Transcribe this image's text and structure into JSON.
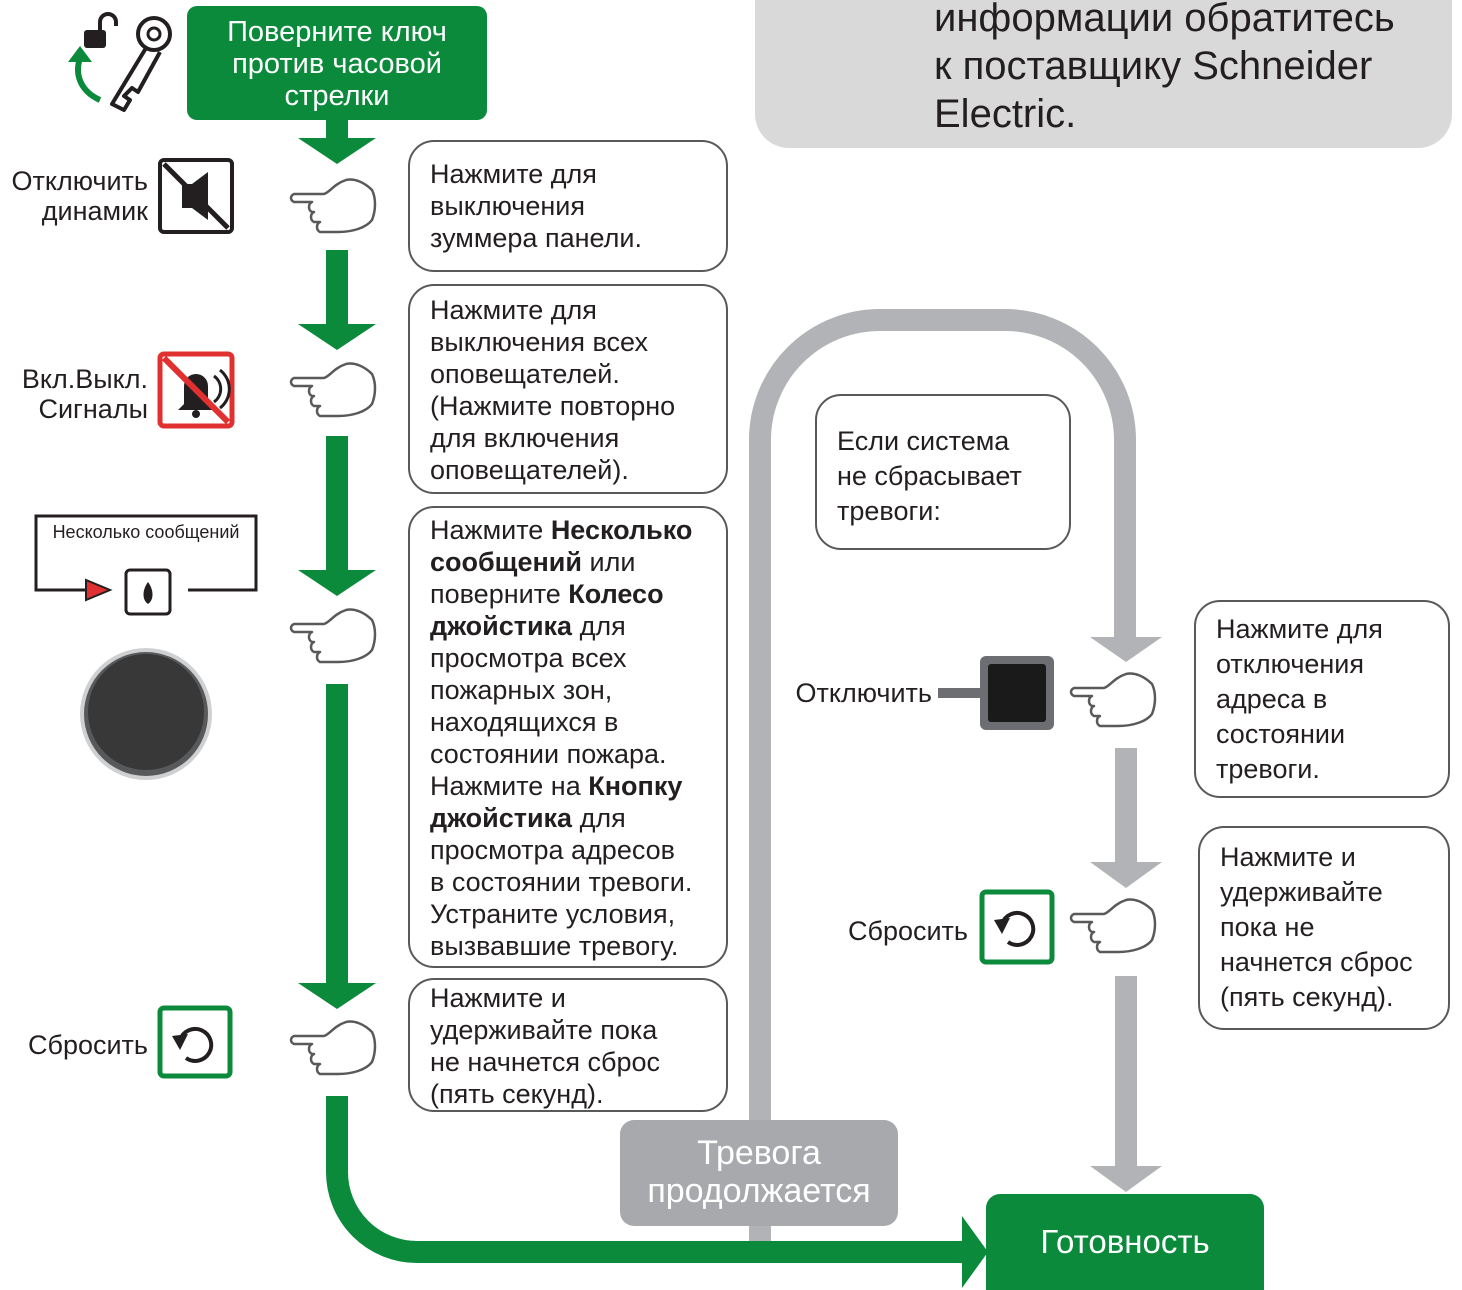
{
  "start": {
    "text_lines": [
      "Поверните ключ",
      "против часовой",
      "стрелки"
    ],
    "color": "#0b8a3b"
  },
  "info": {
    "text_lines": [
      "информации обратитесь",
      "к поставщику Schneider",
      "Electric."
    ],
    "icon_color": "#4a86c5",
    "panel_color": "#d9d9d9"
  },
  "steps": {
    "mute": {
      "label_lines": [
        "Отключить",
        "динамик"
      ],
      "bubble_lines": [
        "Нажмите для",
        "выключения",
        "зуммера панели."
      ]
    },
    "sounders": {
      "label_lines": [
        "Вкл.Выкл.",
        "Сигналы"
      ],
      "bubble_lines": [
        "Нажмите для",
        "выключения всех",
        "оповещателей.",
        "(Нажмите повторно",
        "для включения",
        "оповещателей)."
      ]
    },
    "messages": {
      "panel_label": "Несколько сообщений",
      "bubble_lines": [
        [
          {
            "t": "Нажмите ",
            "b": false
          },
          {
            "t": "Несколько",
            "b": true
          }
        ],
        [
          {
            "t": "сообщений",
            "b": true
          },
          {
            "t": " или",
            "b": false
          }
        ],
        [
          {
            "t": "поверните ",
            "b": false
          },
          {
            "t": "Колесо",
            "b": true
          }
        ],
        [
          {
            "t": "джойстика",
            "b": true
          },
          {
            "t": " для",
            "b": false
          }
        ],
        [
          {
            "t": "просмотра всех",
            "b": false
          }
        ],
        [
          {
            "t": "пожарных зон,",
            "b": false
          }
        ],
        [
          {
            "t": "находящихся в",
            "b": false
          }
        ],
        [
          {
            "t": "состоянии пожара.",
            "b": false
          }
        ],
        [
          {
            "t": "Нажмите на ",
            "b": false
          },
          {
            "t": "Кнопку",
            "b": true
          }
        ],
        [
          {
            "t": "джойстика",
            "b": true
          },
          {
            "t": " для",
            "b": false
          }
        ],
        [
          {
            "t": "просмотра адресов",
            "b": false
          }
        ],
        [
          {
            "t": "в состоянии тревоги.",
            "b": false
          }
        ],
        [
          {
            "t": "Устраните условия,",
            "b": false
          }
        ],
        [
          {
            "t": "вызвавшие тревогу.",
            "b": false
          }
        ]
      ]
    },
    "reset": {
      "label": "Сбросить",
      "bubble_lines": [
        "Нажмите и",
        "удерживайте пока",
        "не начнется сброс",
        "(пять секунд)."
      ]
    }
  },
  "branch": {
    "condition_lines": [
      "Если система",
      "не сбрасывает",
      "тревоги:"
    ],
    "disable": {
      "label": "Отключить",
      "bubble_lines": [
        "Нажмите для",
        "отключения",
        "адреса в",
        "состоянии",
        "тревоги."
      ]
    },
    "reset": {
      "label": "Сбросить",
      "bubble_lines": [
        "Нажмите и",
        "удерживайте",
        "пока не",
        "начнется сброс",
        "(пять секунд)."
      ]
    }
  },
  "alarm_continues": {
    "text_lines": [
      "Тревога",
      "продолжается"
    ],
    "color": "#a7a9ac"
  },
  "ready": {
    "text": "Готовность",
    "color": "#0b8a3b"
  },
  "colors": {
    "flow_green": "#0b8a3b",
    "flow_gray": "#b1b3b6",
    "outline": "#58595b",
    "alarm_red": "#e03030",
    "reset_green": "#0b8a3b"
  }
}
